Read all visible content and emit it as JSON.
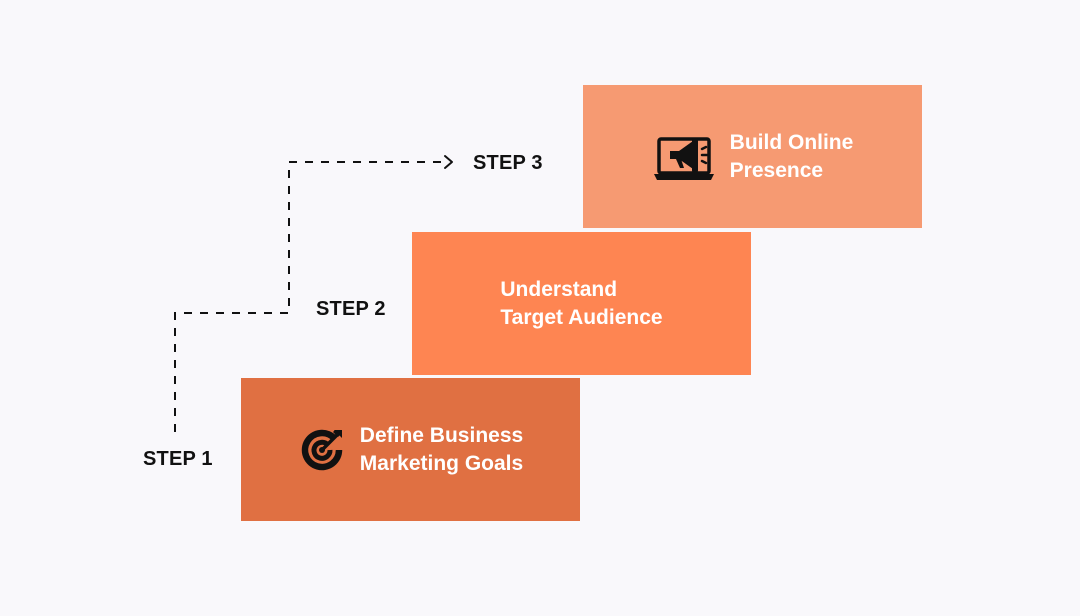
{
  "colors": {
    "background": "#f9f8fb",
    "step1": "#e07042",
    "step2": "#fe8552",
    "step3": "#f69a72",
    "label_text": "#111111",
    "box_text": "#ffffff",
    "connector": "#111111"
  },
  "steps": [
    {
      "label": "STEP 1",
      "title": "Define Business\nMarketing Goals",
      "icon": "target-arrow-icon"
    },
    {
      "label": "STEP 2",
      "title": "Understand\nTarget Audience",
      "icon": ""
    },
    {
      "label": "STEP 3",
      "title": "Build Online\nPresence",
      "icon": "laptop-megaphone-icon"
    }
  ]
}
